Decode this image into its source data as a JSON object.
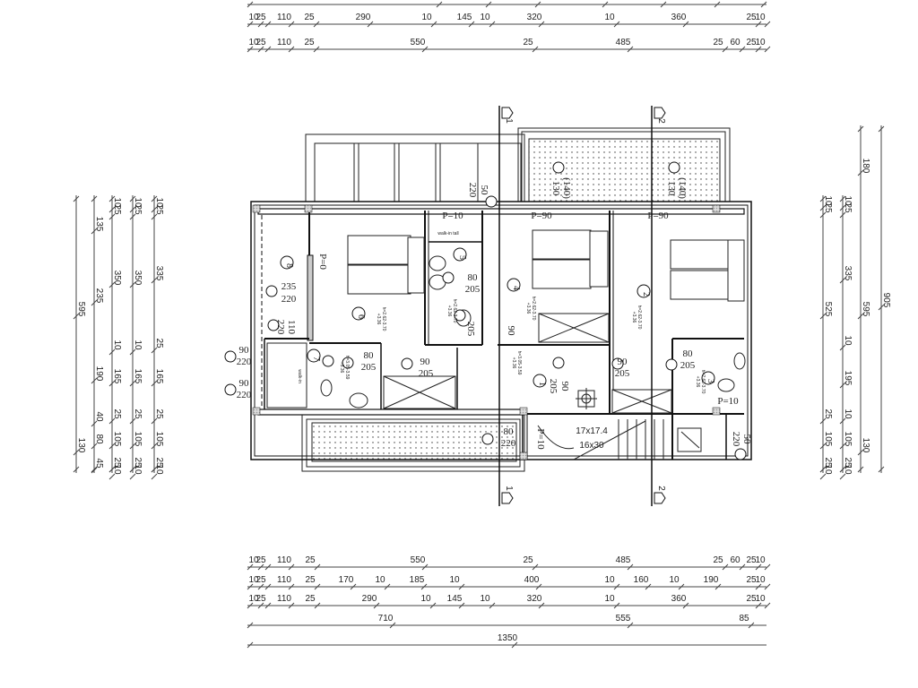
{
  "title": "Floor plan",
  "dimensions": {
    "top_row_a": [
      "10",
      "25",
      "110",
      "25",
      "290",
      "10",
      "145",
      "10",
      "320",
      "10",
      "360",
      "25",
      "10"
    ],
    "top_row_b": [
      "10",
      "25",
      "110",
      "25",
      "550",
      "25",
      "485",
      "25",
      "60",
      "25",
      "10"
    ],
    "bottom_row_a": [
      "10",
      "25",
      "110",
      "25",
      "550",
      "25",
      "485",
      "25",
      "60",
      "25",
      "10"
    ],
    "bottom_row_b": [
      "10",
      "25",
      "110",
      "25",
      "170",
      "10",
      "185",
      "10",
      "400",
      "10",
      "160",
      "10",
      "190",
      "25",
      "10"
    ],
    "bottom_row_c": [
      "10",
      "25",
      "110",
      "25",
      "290",
      "10",
      "145",
      "10",
      "320",
      "10",
      "360",
      "25",
      "10"
    ],
    "bottom_row_d": [
      "710",
      "555",
      "85"
    ],
    "bottom_row_e": [
      "1350"
    ],
    "left_col_a": [
      "595",
      "130"
    ],
    "left_col_b": [
      "135",
      "235",
      "190",
      "40",
      "80",
      "45"
    ],
    "left_col_c": [
      "10",
      "25",
      "350",
      "10",
      "165",
      "25",
      "105",
      "25",
      "10"
    ],
    "left_col_d": [
      "10",
      "25",
      "350",
      "10",
      "165",
      "25",
      "105",
      "25",
      "10"
    ],
    "left_col_e": [
      "10",
      "25",
      "335",
      "25",
      "165",
      "25",
      "105",
      "25",
      "10"
    ],
    "right_col_a": [
      "10",
      "25",
      "525",
      "25",
      "105",
      "25",
      "10"
    ],
    "right_col_b": [
      "10",
      "25",
      "335",
      "10",
      "195",
      "10",
      "105",
      "25",
      "10"
    ],
    "right_col_c": [
      "180",
      "595",
      "130"
    ],
    "right_col_d": [
      "905"
    ]
  },
  "sections": {
    "s1": "1",
    "s2": "2"
  },
  "rooms": [
    "8",
    "6",
    "7",
    "5",
    "4",
    "1",
    "2",
    "3"
  ],
  "annotations": {
    "p0": "P=0",
    "w8a": "235",
    "w8b": "220",
    "w8c": "110",
    "w8d": "220",
    "d1a": "90",
    "d1b": "220",
    "d2a": "90",
    "d2b": "220",
    "d7a": "80",
    "d7b": "205",
    "d6a": "90",
    "d6b": "205",
    "d5a": "80",
    "d5b": "205",
    "d4a": "205",
    "d4b": "90",
    "p10a": "P=10",
    "walkin_tall": "walk-in tall",
    "walkin": "walk-in",
    "p90a": "P=90",
    "p90b": "P=90",
    "w4a": "(140)",
    "w4b": "130",
    "w2a": "(140)",
    "w2b": "130",
    "wba": "50",
    "wbb": "220",
    "d2da": "90",
    "d2db": "205",
    "d3a": "80",
    "d3b": "205",
    "d1ea": "90",
    "d1eb": "205",
    "p10b": "P=10",
    "w3a": "50",
    "w3b": "220",
    "wta": "80",
    "wtb": "220",
    "p10c": "P=10",
    "stair1": "17x17.4",
    "stair2": "16x30",
    "h6a": "+3.36",
    "h6b": "h=2.62-3.70",
    "h5a": "+3.36",
    "h5b": "h=2.62-3.70",
    "h4a": "+3.36",
    "h4b": "h=2.62-3.70",
    "h2a": "+3.36",
    "h2b": "h=2.62-3.70",
    "h3a": "+3.36",
    "h3b": "h=2.62-3.70",
    "h7a": "+3.36",
    "h7b": "h=3.05-3.59",
    "h1a": "+3.36",
    "h1b": "h=3.05-3.59"
  },
  "colors": {
    "line": "#1a1a1a",
    "dim": "#555555",
    "pillar": "#bbbbbb"
  }
}
